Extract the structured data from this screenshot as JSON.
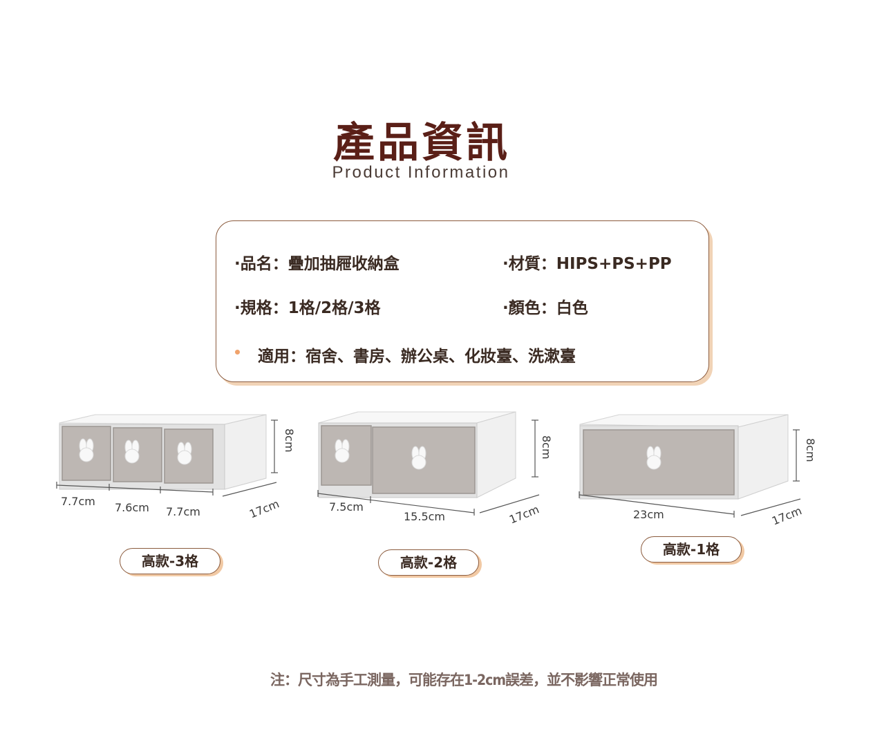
{
  "header": {
    "title_zh": "產品資訊",
    "title_en": "Product Information"
  },
  "specs": {
    "name": {
      "label": "·品名",
      "value": "疊加抽屜收納盒"
    },
    "material": {
      "label": "·材質",
      "value": "HIPS+PS+PP"
    },
    "size": {
      "label": "·規格",
      "value": "1格/2格/3格"
    },
    "color": {
      "label": "·顏色",
      "value": "白色"
    },
    "usage": {
      "label": "適用",
      "value": "宿舍、書房、辦公桌、化妝臺、洗漱臺"
    }
  },
  "products": [
    {
      "label": "高款-3格",
      "height": "8cm",
      "depth": "17cm",
      "widths": [
        "7.7cm",
        "7.6cm",
        "7.7cm"
      ],
      "drawers": 3
    },
    {
      "label": "高款-2格",
      "height": "8cm",
      "depth": "17cm",
      "widths": [
        "7.5cm",
        "15.5cm"
      ],
      "drawers": 2
    },
    {
      "label": "高款-1格",
      "height": "8cm",
      "depth": "17cm",
      "widths": [
        "23cm"
      ],
      "drawers": 1
    }
  ],
  "colors": {
    "title": "#5a1f17",
    "accent": "#f1d3b6",
    "border": "#8a5a3c",
    "bullet": "#f0a36c"
  },
  "note": "注：尺寸為手工測量，可能存在1-2cm誤差，並不影響正常使用"
}
